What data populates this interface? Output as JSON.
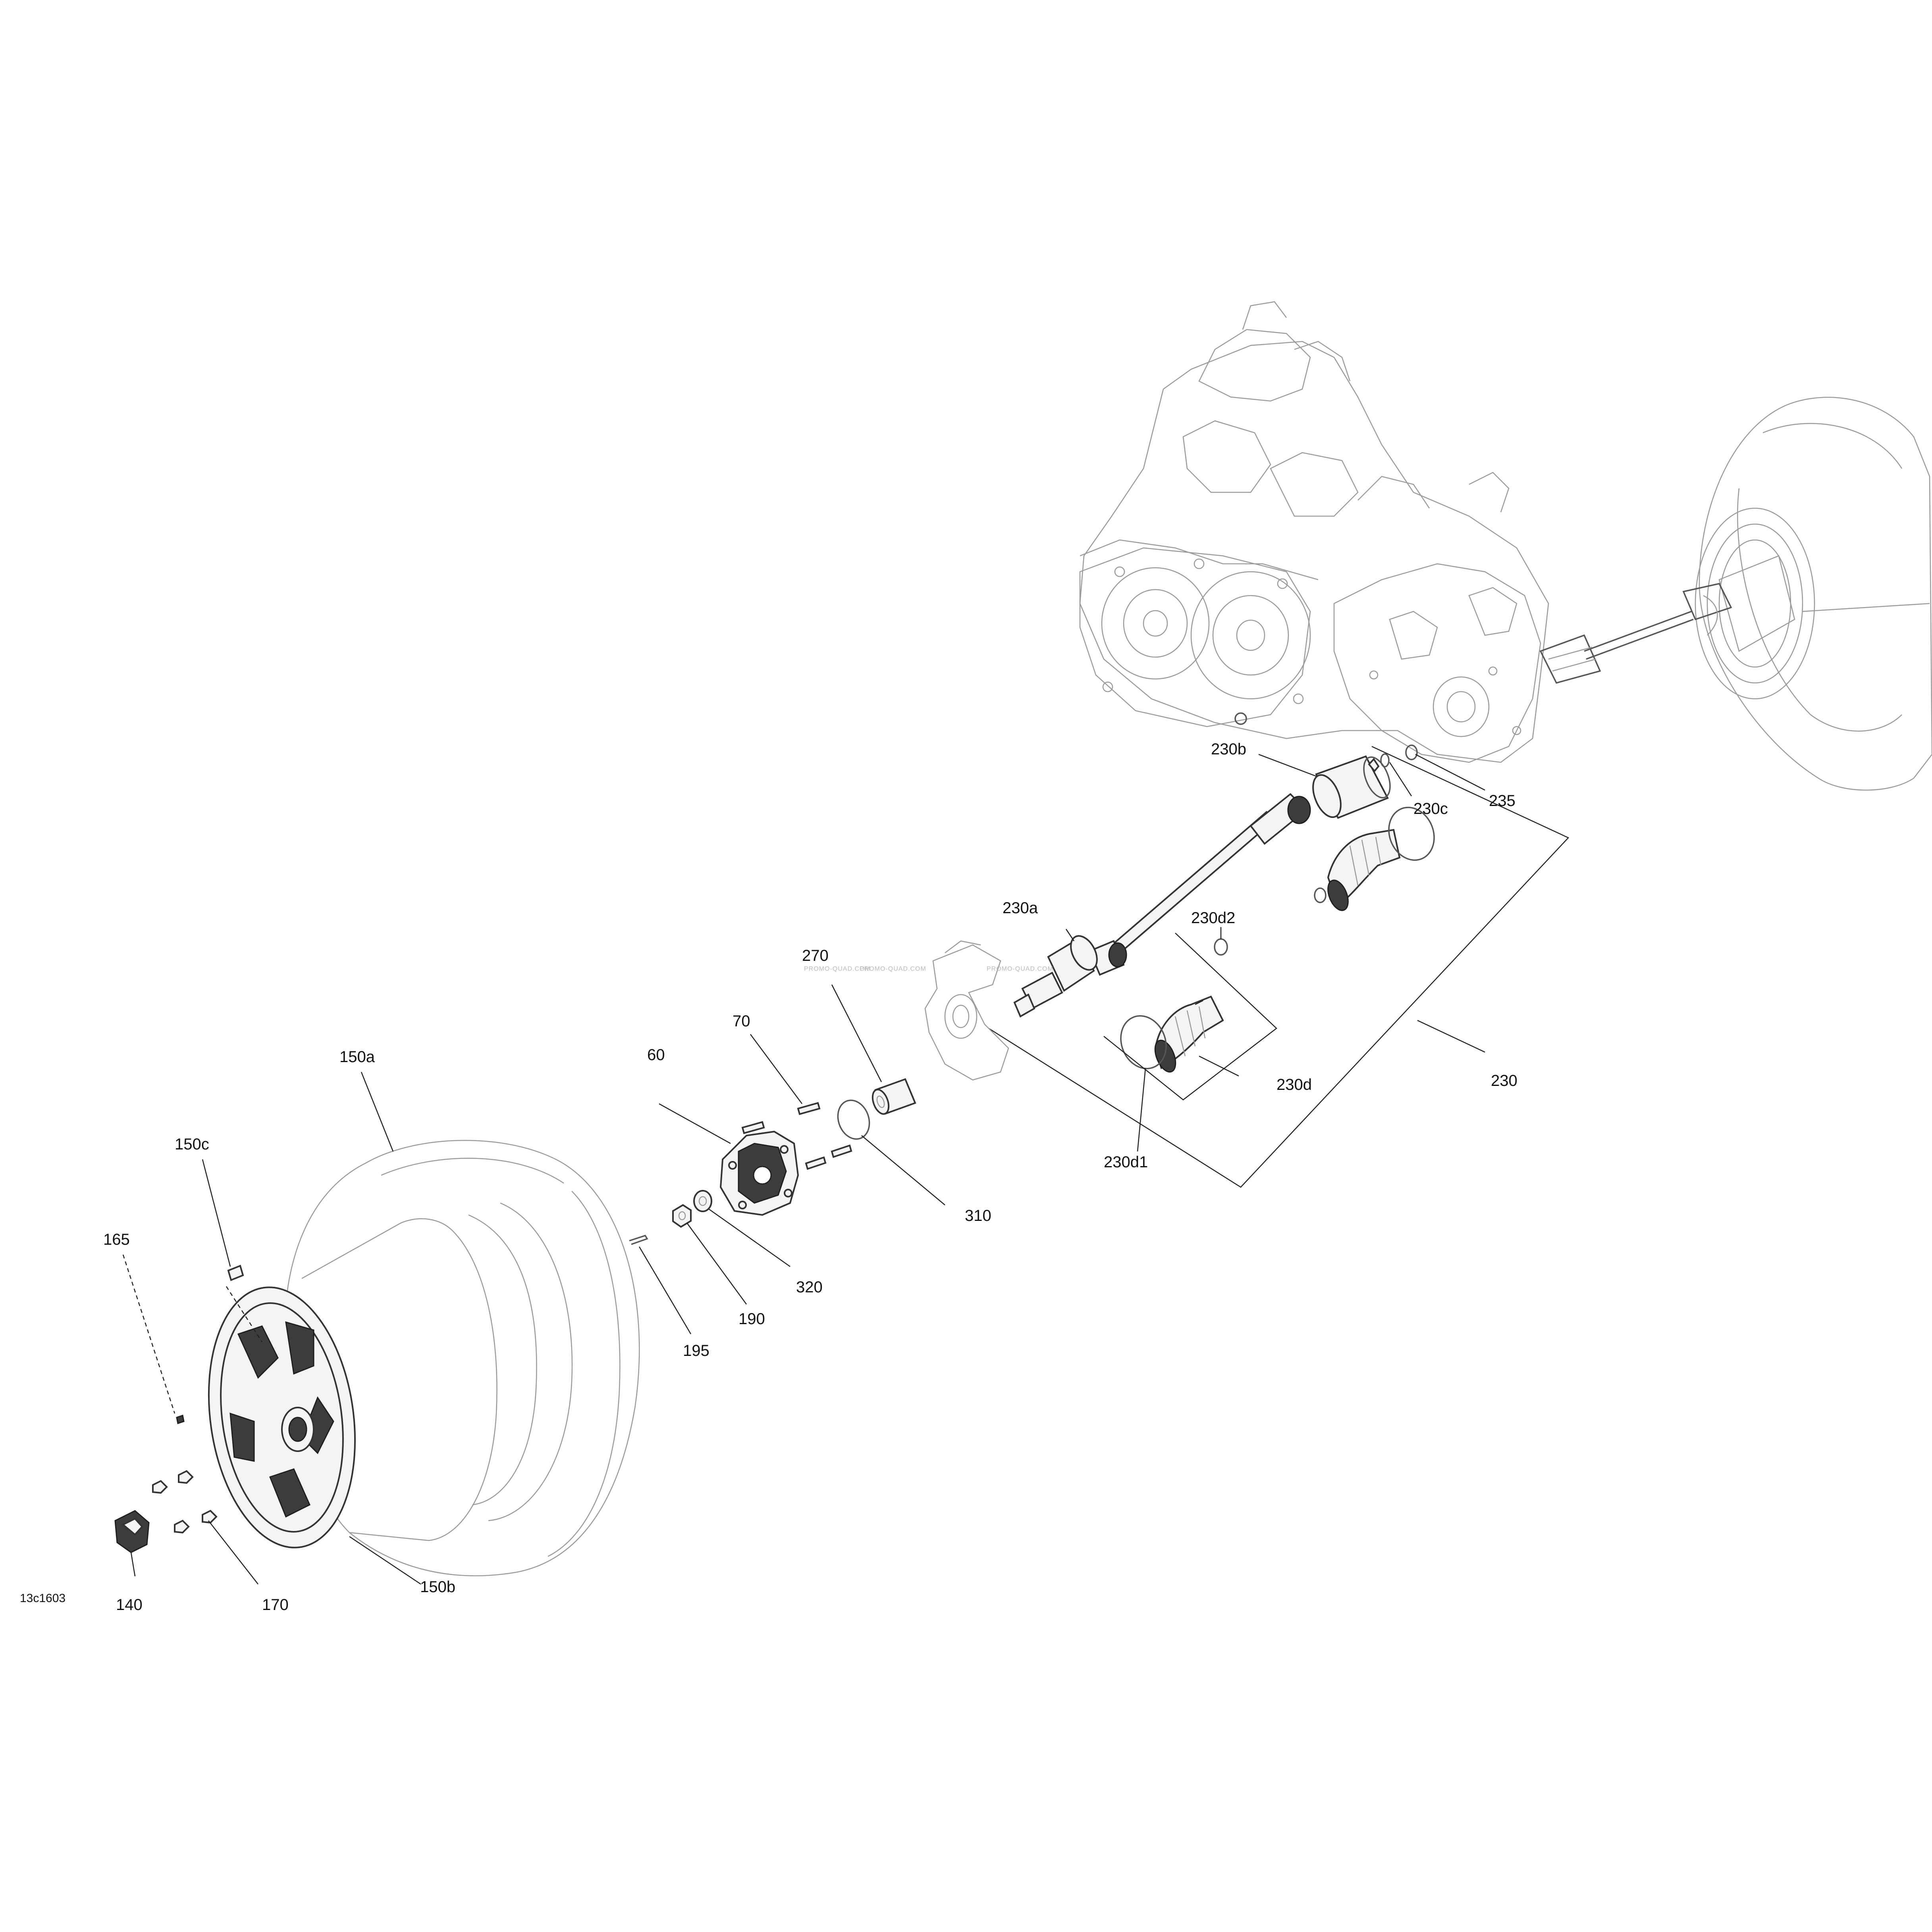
{
  "figure_code": "13c1603",
  "watermark": "PROMO-QUAD.COM",
  "callouts": [
    {
      "id": "60",
      "text": "60"
    },
    {
      "id": "70",
      "text": "70"
    },
    {
      "id": "140",
      "text": "140"
    },
    {
      "id": "150a",
      "text": "150a"
    },
    {
      "id": "150b",
      "text": "150b"
    },
    {
      "id": "150c",
      "text": "150c"
    },
    {
      "id": "165",
      "text": "165"
    },
    {
      "id": "170",
      "text": "170"
    },
    {
      "id": "190",
      "text": "190"
    },
    {
      "id": "195",
      "text": "195"
    },
    {
      "id": "230",
      "text": "230"
    },
    {
      "id": "230a",
      "text": "230a"
    },
    {
      "id": "230b",
      "text": "230b"
    },
    {
      "id": "230c",
      "text": "230c"
    },
    {
      "id": "230d",
      "text": "230d"
    },
    {
      "id": "230d1",
      "text": "230d1"
    },
    {
      "id": "230d2",
      "text": "230d2"
    },
    {
      "id": "235",
      "text": "235"
    },
    {
      "id": "270",
      "text": "270"
    },
    {
      "id": "310",
      "text": "310"
    },
    {
      "id": "320",
      "text": "320"
    }
  ]
}
